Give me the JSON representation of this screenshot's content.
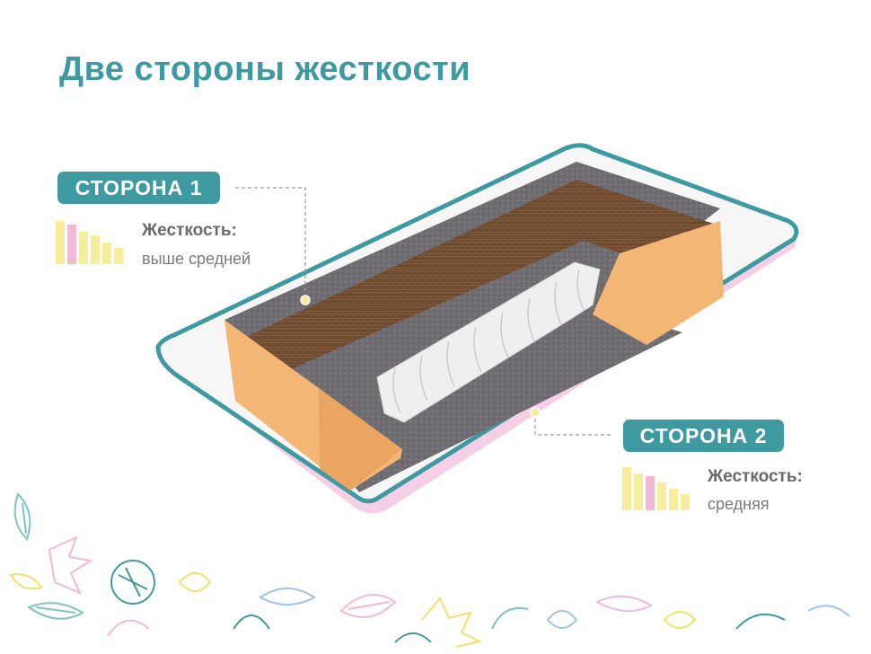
{
  "title": "Две стороны жесткости",
  "side1": {
    "badge": "СТОРОНА 1",
    "label": "Жесткость:",
    "value": "выше средней",
    "bar_colors": [
      "#f6ee9a",
      "#f2b8d8",
      "#f6ee9a",
      "#f6ee9a",
      "#f6ee9a",
      "#f6ee9a"
    ],
    "bar_levels": [
      1.0,
      0.92,
      0.74,
      0.66,
      0.5,
      0.38
    ]
  },
  "side2": {
    "badge": "СТОРОНА 2",
    "label": "Жесткость:",
    "value": "средняя",
    "bar_colors": [
      "#f6ee9a",
      "#f6ee9a",
      "#f2b8d8",
      "#f6ee9a",
      "#f6ee9a",
      "#f6ee9a"
    ],
    "bar_levels": [
      1.0,
      0.86,
      0.8,
      0.64,
      0.5,
      0.38
    ]
  },
  "colors": {
    "accent": "#3e9aa0",
    "foam": "#f4b674",
    "felt": "#6d6b6e",
    "coir": "#6e4a30",
    "pink": "#f4cfe6"
  },
  "icons": [
    "mattress-cross-section",
    "leaf-decor"
  ]
}
